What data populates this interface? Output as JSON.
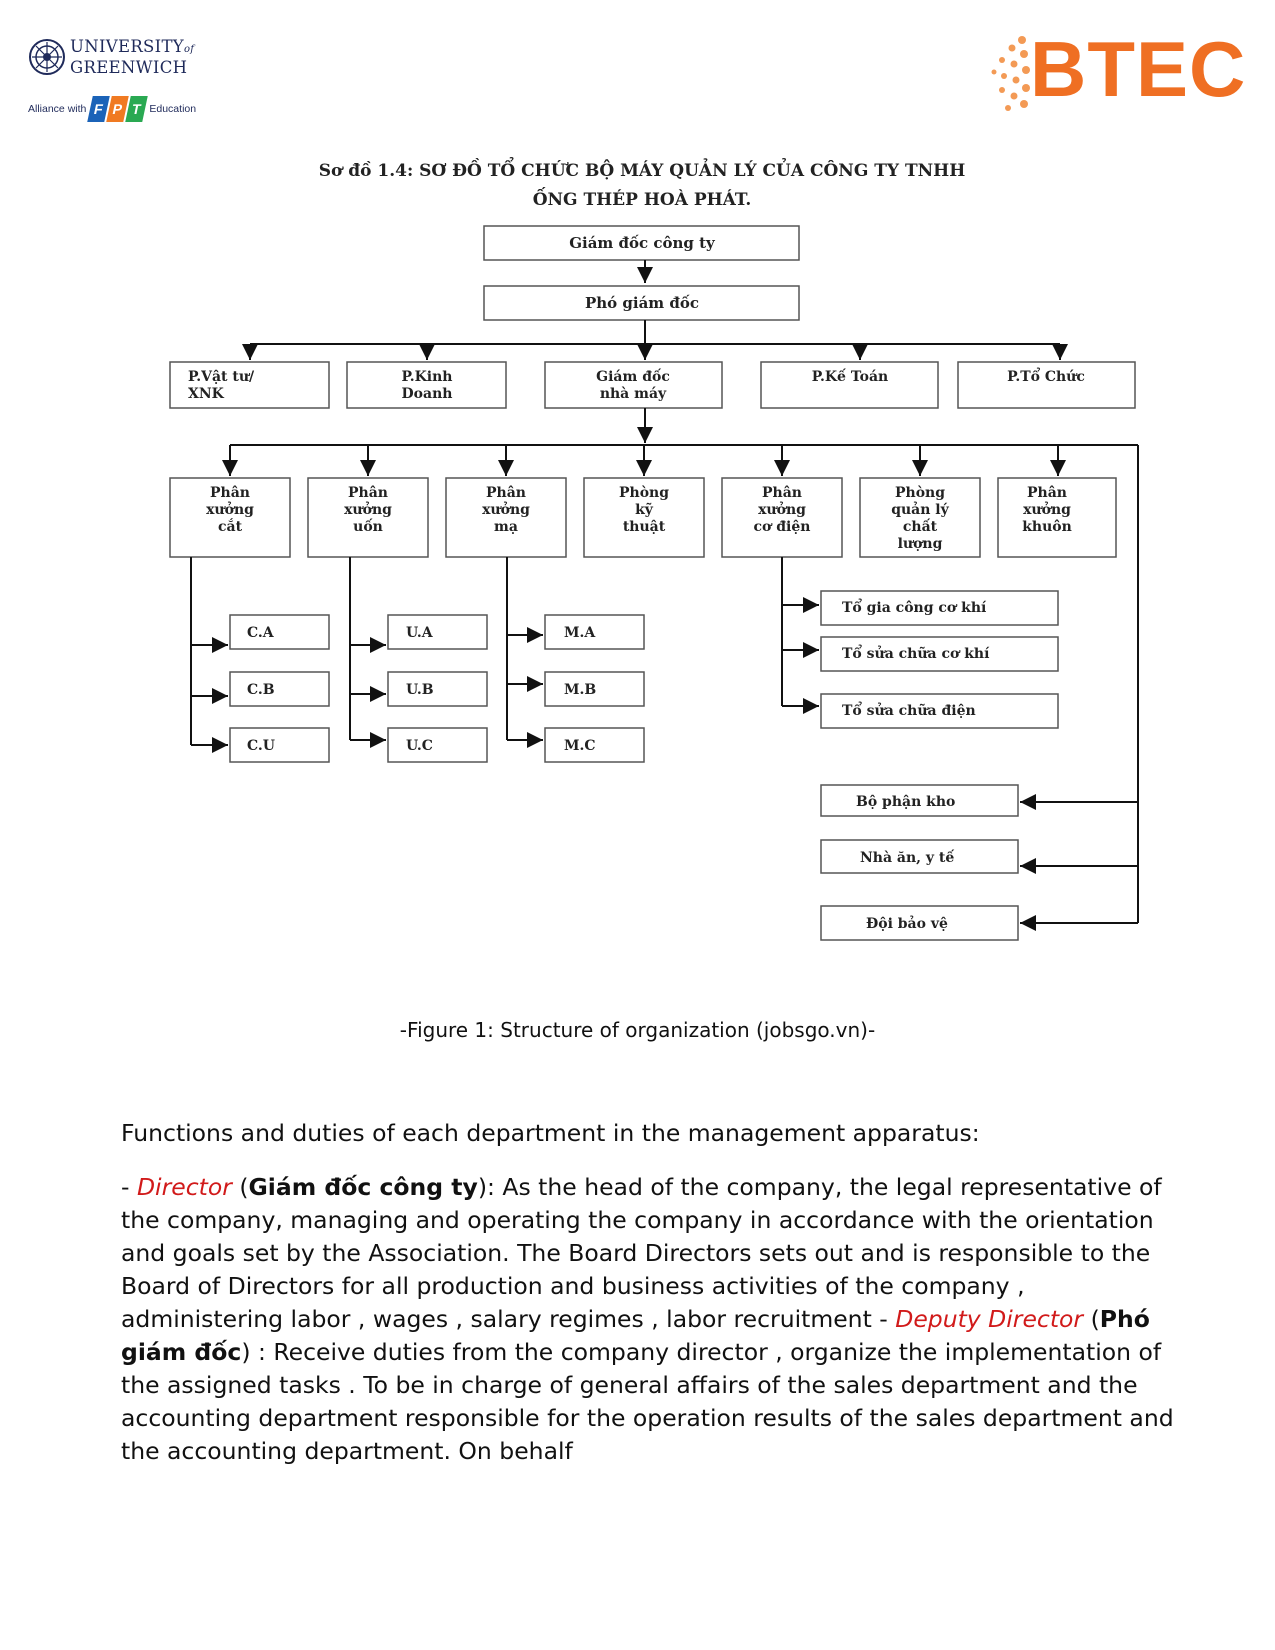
{
  "header": {
    "university_line1": "UNIVERSITY",
    "university_of": "of",
    "university_line2": "GREENWICH",
    "alliance_prefix": "Alliance with",
    "fpt_letters": [
      "F",
      "P",
      "T"
    ],
    "alliance_suffix": "Education",
    "btec_logo": "BTEC"
  },
  "diagram": {
    "title_line1": "Sơ đồ 1.4: SƠ ĐỒ TỔ CHỨC BỘ MÁY QUẢN LÝ CỦA CÔNG TY TNHH",
    "title_line2": "ỐNG THÉP HOÀ PHÁT.",
    "director": "Giám đốc công ty",
    "deputy": "Phó giám đốc",
    "departments": [
      [
        "P.Vật tư/",
        "XNK"
      ],
      [
        "P.Kinh",
        "Doanh"
      ],
      [
        "Giám đốc",
        "nhà máy"
      ],
      [
        "P.Kế Toán"
      ],
      [
        "P.Tổ Chức"
      ]
    ],
    "workshops": [
      [
        "Phân",
        "xưởng",
        "cắt"
      ],
      [
        "Phân",
        "xưởng",
        "uốn"
      ],
      [
        "Phân",
        "xưởng",
        "mạ"
      ],
      [
        "Phòng",
        "kỹ",
        "thuật"
      ],
      [
        "Phân",
        "xưởng",
        "cơ điện"
      ],
      [
        "Phòng",
        "quản lý",
        "chất",
        "lượng"
      ],
      [
        "Phân",
        "xưởng",
        "khuôn"
      ]
    ],
    "cut_units": [
      "C.A",
      "C.B",
      "C.U"
    ],
    "bend_units": [
      "U.A",
      "U.B",
      "U.C"
    ],
    "plate_units": [
      "M.A",
      "M.B",
      "M.C"
    ],
    "mech_teams": [
      "Tổ gia công cơ khí",
      "Tổ sửa chữa cơ khí",
      "Tổ sửa chữa điện"
    ],
    "support_units": [
      "Bộ phận kho",
      "Nhà ăn, y tế",
      "Đội bảo vệ"
    ]
  },
  "caption": "-Figure 1: Structure of organization (jobsgo.vn)-",
  "intro": "Functions and duties of each department in the management apparatus:",
  "director_para": {
    "dash": "- ",
    "term": "Director",
    "open": " (",
    "vn": "Giám đốc công ty",
    "text": "): As the head of the company, the legal representative of the company, managing and operating the company in accordance with the orientation and goals set by the Association. The Board Directors sets out and is responsible to the Board of Directors for all production and business activities of the company , administering labor , wages , salary regimes , labor recruitment - "
  },
  "deputy_para": {
    "term": "Deputy Director",
    "open": " (",
    "vn": "Phó giám đốc",
    "text": ") : Receive duties from the company director , organize the implementation of the assigned tasks . To be in charge of general affairs of the sales department and the accounting department responsible for the operation results of the sales department and the accounting department. On behalf"
  }
}
